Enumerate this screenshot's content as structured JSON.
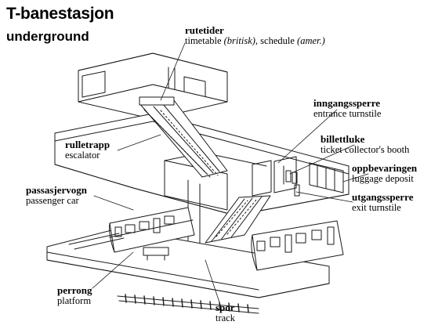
{
  "title": "T-banestasjon",
  "subtitle": "underground",
  "labels": {
    "rutetider": {
      "no": "rutetider",
      "en_pre": "timetable ",
      "en_i1": "(britisk)",
      "en_mid": ", schedule ",
      "en_i2": "(amer.)"
    },
    "inngangssperre": {
      "no": "inngangssperre",
      "en": "entrance turnstile"
    },
    "rulletrapp": {
      "no": "rulletrapp",
      "en": "escalator"
    },
    "billettluke": {
      "no": "billettluke",
      "en": "ticket collector's booth"
    },
    "oppbevaringen": {
      "no": "oppbevaringen",
      "en": "luggage deposit"
    },
    "passasjervogn": {
      "no": "passasjervogn",
      "en": "passenger car"
    },
    "utgangssperre": {
      "no": "utgangssperre",
      "en": "exit turnstile"
    },
    "perrong": {
      "no": "perrong",
      "en": "platform"
    },
    "spor": {
      "no": "spor",
      "en": "track"
    }
  },
  "colors": {
    "ink": "#1a1a1a",
    "background": "#ffffff"
  }
}
